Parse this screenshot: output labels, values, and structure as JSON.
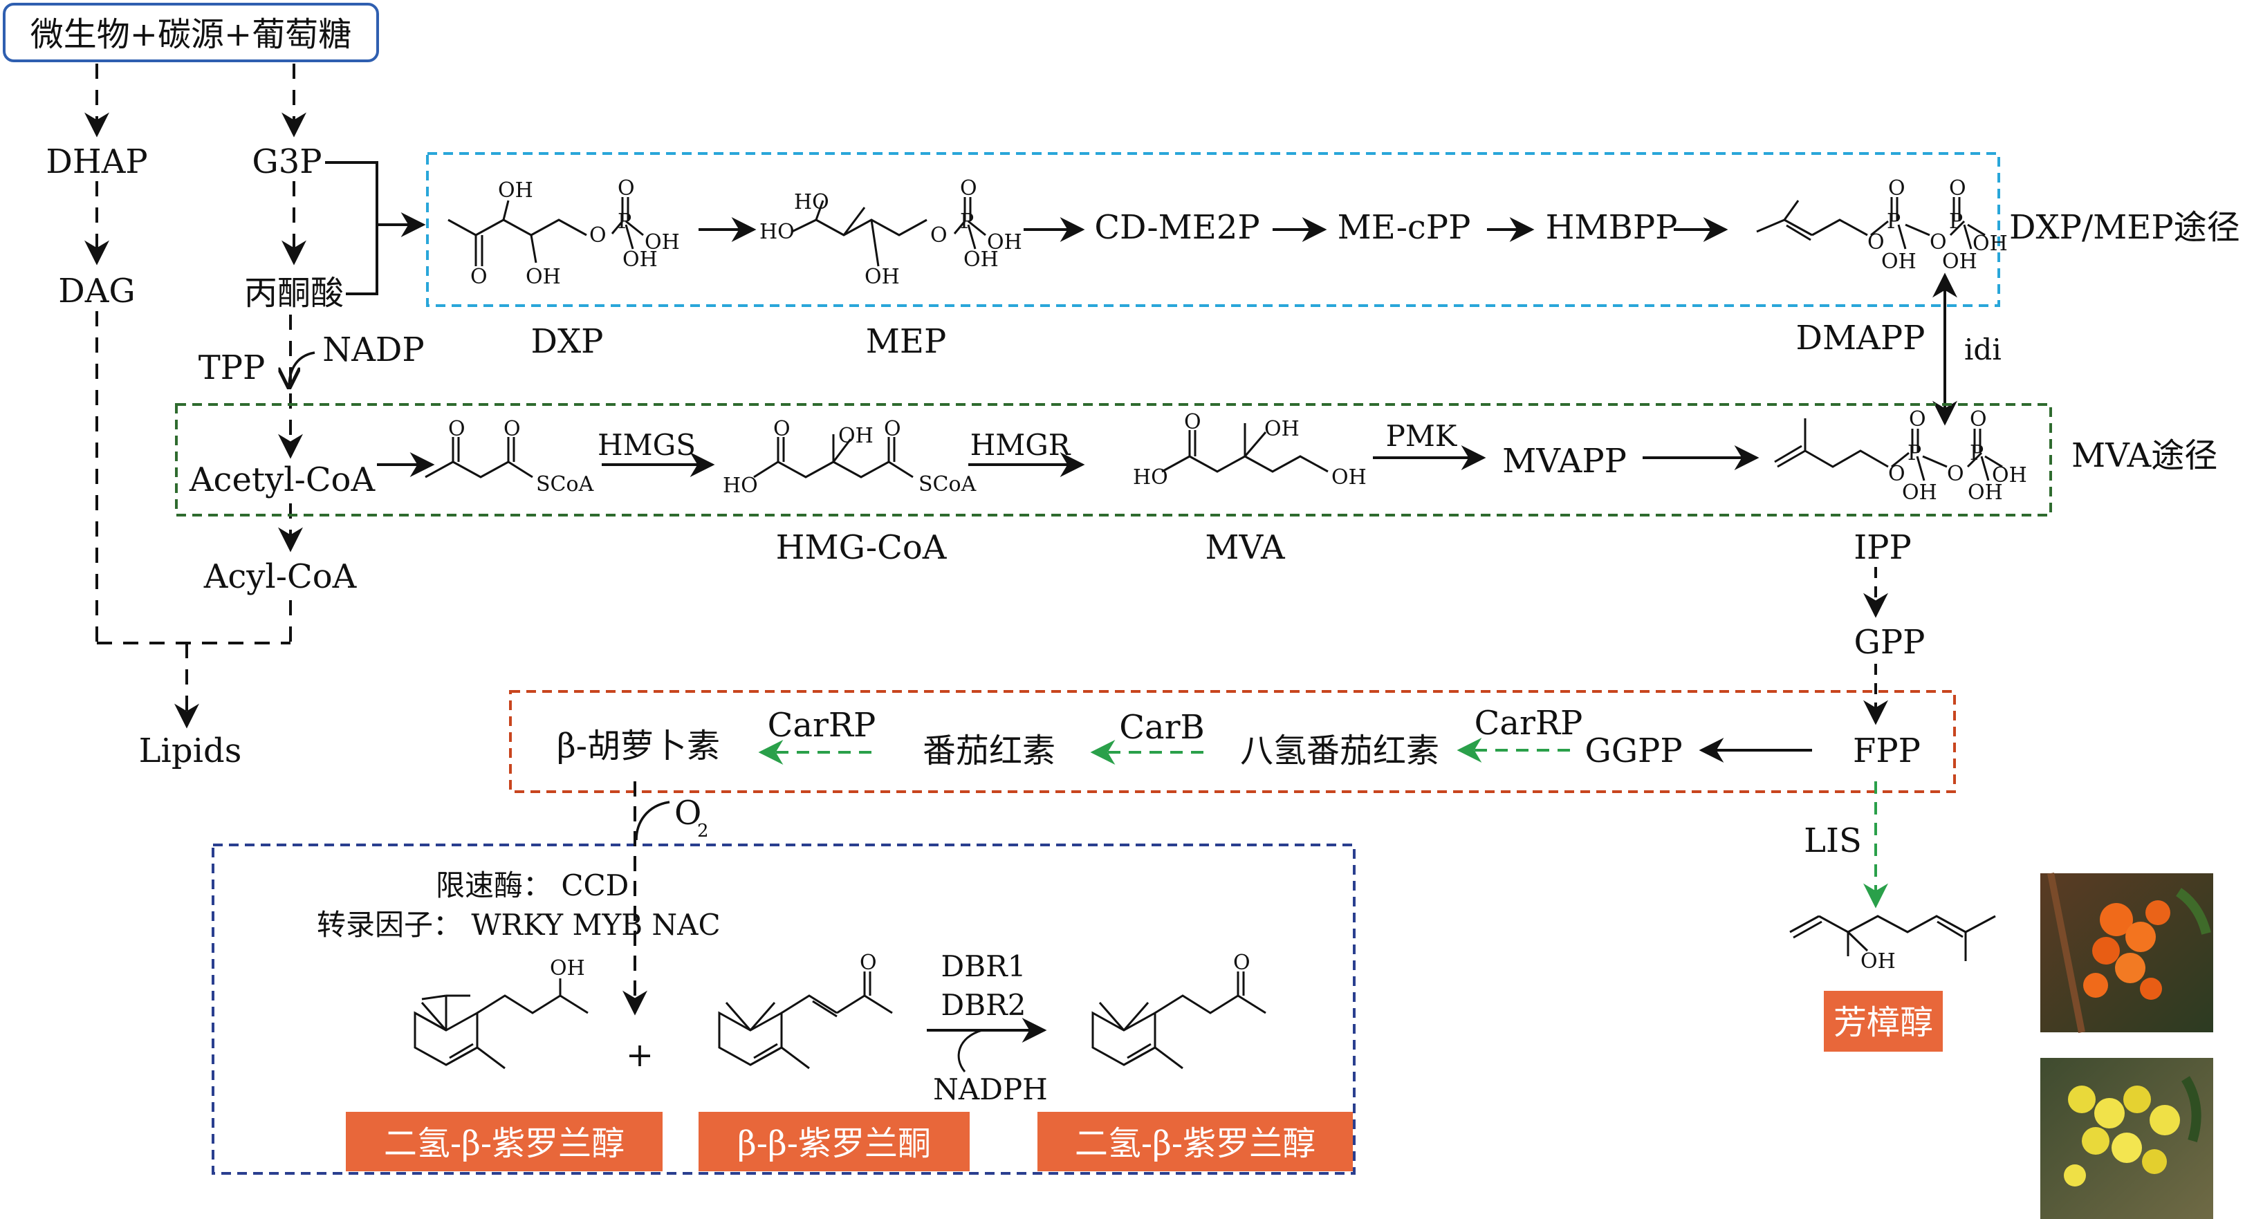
{
  "start_box": {
    "label": "微生物+碳源+葡萄糖"
  },
  "nodes": {
    "dhap": "DHAP",
    "g3p": "G3P",
    "dag": "DAG",
    "pyruvate": "丙酮酸",
    "tpp": "TPP",
    "nadp": "NADP",
    "acetyl_coa": "Acetyl-CoA",
    "acyl_coa": "Acyl-CoA",
    "lipids": "Lipids",
    "dxp": "DXP",
    "mep": "MEP",
    "cd_me2p": "CD-ME2P",
    "me_cpp": "ME-cPP",
    "hmbpp": "HMBPP",
    "dmapp": "DMAPP",
    "idi": "idi",
    "hmgs": "HMGS",
    "hmgr": "HMGR",
    "hmg_coa": "HMG-CoA",
    "mva": "MVA",
    "pmk": "PMK",
    "mvapp": "MVAPP",
    "ipp": "IPP",
    "gpp": "GPP",
    "fpp": "FPP",
    "ggpp": "GGPP",
    "carrp1": "CarRP",
    "carb": "CarB",
    "carrp2": "CarRP",
    "phytoene": "八氢番茄红素",
    "lycopene": "番茄红素",
    "beta_carotene": "β-胡萝卜素",
    "o2": "O",
    "o2_sub": "2",
    "lis": "LIS",
    "rate_enzyme": "限速酶：  CCD",
    "tf": "转录因子：  WRKY MYB NAC",
    "dbr1": "DBR1",
    "dbr2": "DBR2",
    "nadph": "NADPH",
    "plus": "+"
  },
  "pathways": {
    "dxp_mep": "DXP/MEP途径",
    "mva": "MVA途径"
  },
  "products": {
    "dihydro_ionol": "二氢-β-紫罗兰醇",
    "ionone": "β-β-紫罗兰酮",
    "dihydro_ionone": "二氢-β-紫罗兰醇",
    "linalool": "芳樟醇"
  },
  "atoms": {
    "O": "O",
    "OH": "OH",
    "HO": "HO",
    "P": "P",
    "SCoA": "SCoA"
  },
  "colors": {
    "start_box": "#2f5fb0",
    "dxp_box": "#29a6d9",
    "mva_box": "#2f6b2f",
    "carotenoid_box": "#c8451e",
    "ionone_box": "#2a3f8f",
    "product_fill": "#e8673a",
    "green_arrow": "#2aa04a",
    "black": "#111111"
  }
}
